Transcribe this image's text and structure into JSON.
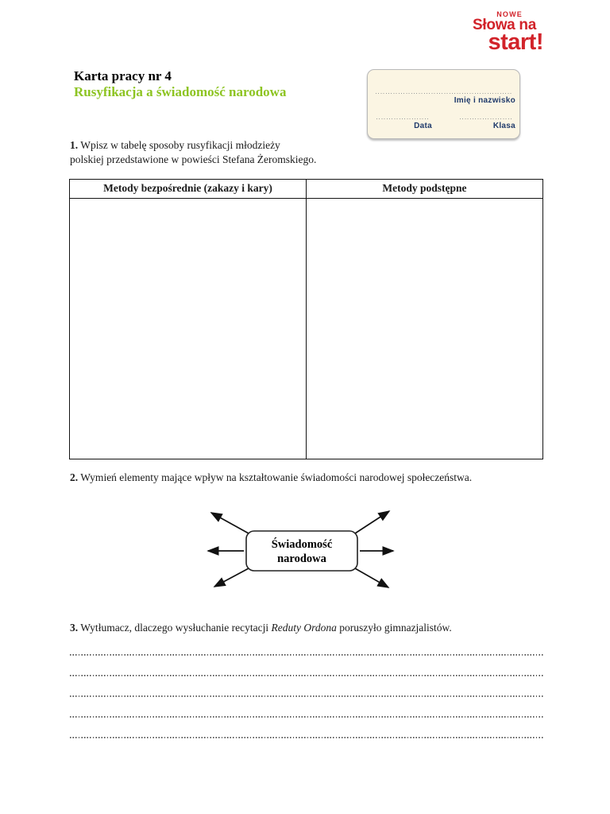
{
  "logo": {
    "tagline": "NOWE",
    "brand_line1": "Słowa na",
    "brand_line2": "start!",
    "color": "#d2232a"
  },
  "header": {
    "title": "Karta pracy nr 4",
    "subtitle": "Rusyfikacja a świadomość narodowa",
    "subtitle_color": "#8dc422"
  },
  "student_info": {
    "name_label": "Imię i nazwisko",
    "date_label": "Data",
    "class_label": "Klasa",
    "background": "#fbf5e3",
    "label_color": "#1f3a6b"
  },
  "tasks": {
    "task1": {
      "number": "1.",
      "line1": " Wpisz w tabelę sposoby rusyfikacji młodzieży",
      "line2": "polskiej przedstawione w powieści Stefana Żeromskiego."
    },
    "task2": {
      "number": "2.",
      "text": " Wymień elementy mające wpływ na kształtowanie świadomości narodowej społeczeństwa."
    },
    "task3": {
      "number": "3.",
      "text_before": " Wytłumacz, dlaczego wysłuchanie recytacji ",
      "italic_title": "Reduty Ordona",
      "text_after": " poruszyło gimnazjalistów."
    }
  },
  "table": {
    "headers": [
      "Metody bezpośrednie (zakazy i kary)",
      "Metody podstępne"
    ]
  },
  "diagram": {
    "box_line1": "Świadomość",
    "box_line2": "narodowa",
    "arrow_count": 6,
    "arrow_directions": [
      "upper-left",
      "left",
      "lower-left",
      "upper-right",
      "right",
      "lower-right"
    ]
  },
  "answer_section": {
    "line_count": 5
  }
}
